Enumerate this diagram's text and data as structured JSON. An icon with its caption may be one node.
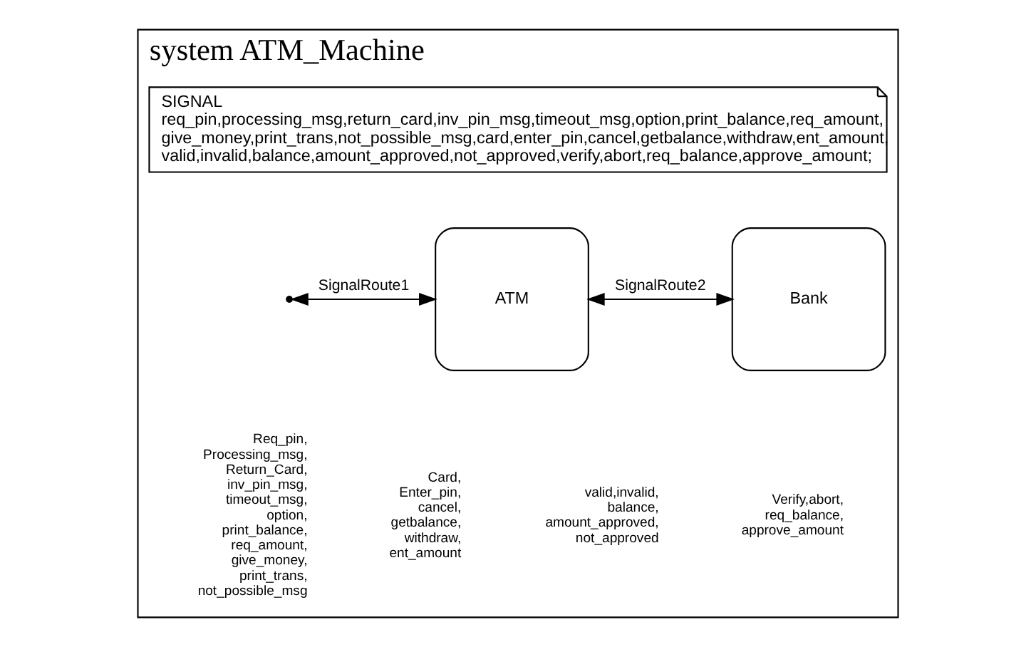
{
  "diagram": {
    "nodes": [
      {
        "text": [
          "system ATM_Machine"
        ]
      },
      {
        "text": [
          "SIGNAL",
          "req_pin,processing_msg,return_card,inv_pin_msg,timeout_msg,option,print_balance,req_amount, give_money,print_trans,not_possible_msg,card,enter_pin,cancel,getbalance,withdraw,ent_amount, valid,invalid,balance,amount_approved,not_approved,verify,abort,req_balance,approve_amount;"
        ],
        "in": 0
      },
      {
        "text": [
          "ATM"
        ],
        "in": 0
      },
      {
        "text": [
          "Bank"
        ],
        "in": 0
      }
    ],
    "edges": [
      {
        "from": null,
        "to": 2,
        "arrow": "both",
        "label": "SignalRoute1"
      },
      {
        "from": 2,
        "to": 3,
        "arrow": "both",
        "label": "SignalRoute2"
      }
    ],
    "labels": [
      "Req_pin, Processing_msg, Return_Card, inv_pin_msg, timeout_msg, option, print_balance, req_amount, give_money, print_trans, not_possible_msg",
      "Card, Enter_pin, cancel, getbalance, withdraw, ent_amount",
      "valid,invalid, balance, amount_approved, not_approved",
      "Verify,abort, req_balance, approve_amount"
    ]
  }
}
